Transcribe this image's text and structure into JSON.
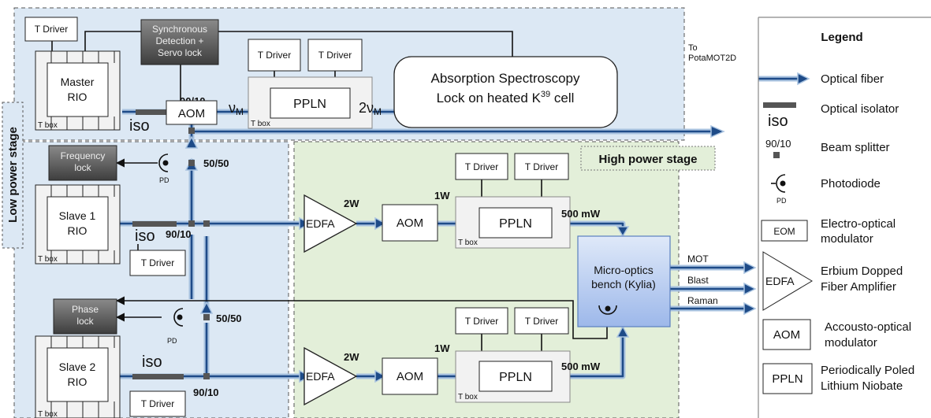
{
  "stages": {
    "low_power": "Low power stage",
    "high_power": "High power stage"
  },
  "boxes": {
    "t_driver": "T Driver",
    "t_box": "T box",
    "sync_detection": [
      "Synchronous",
      "Detection +",
      "Servo lock"
    ],
    "master": [
      "Master",
      "RIO"
    ],
    "slave1": [
      "Slave 1",
      "RIO"
    ],
    "slave2": [
      "Slave 2",
      "RIO"
    ],
    "frequency_lock": [
      "Frequency",
      "lock"
    ],
    "phase_lock": [
      "Phase",
      "lock"
    ],
    "aom": "AOM",
    "ppln": "PPLN",
    "edfa": "EDFA",
    "absorption": [
      "Absorption Spectroscopy",
      "Lock on heated K",
      "39",
      " cell"
    ],
    "micro_optics": [
      "Micro-optics",
      "bench (Kylia)"
    ]
  },
  "labels": {
    "iso": "iso",
    "split_90_10": "90/10",
    "split_50_50": "50/50",
    "pd": "PD",
    "nu_m": "ν",
    "m_sub": "M",
    "two_nu_m": "2ν",
    "to_potamot": [
      "To",
      "PotaMOT2D"
    ],
    "power_2w": "2W",
    "power_1w": "1W",
    "power_500mw": "500 mW",
    "mot": "MOT",
    "blast": "Blast",
    "raman": "Raman"
  },
  "legend": {
    "title": "Legend",
    "items": {
      "optical_fiber": "Optical fiber",
      "optical_isolator": "Optical isolator",
      "iso": "iso",
      "split": "90/10",
      "beam_splitter": "Beam splitter",
      "photodiode": "Photodiode",
      "pd": "PD",
      "eom": "EOM",
      "eom_desc": [
        "Electro-optical",
        "modulator"
      ],
      "edfa": "EDFA",
      "edfa_desc": [
        "Erbium Dopped",
        "Fiber Amplifier"
      ],
      "aom": "AOM",
      "aom_desc": [
        "Accousto-optical",
        "modulator"
      ],
      "ppln": "PPLN",
      "ppln_desc": [
        "Periodically Poled",
        "Lithium Niobate"
      ]
    }
  },
  "colors": {
    "low_bg": "#dce8f4",
    "high_bg": "#e3efd9",
    "fiber_outer": "#a9c3e0",
    "fiber_inner": "#1e4b88",
    "servo_box": "#6b6b6b"
  }
}
